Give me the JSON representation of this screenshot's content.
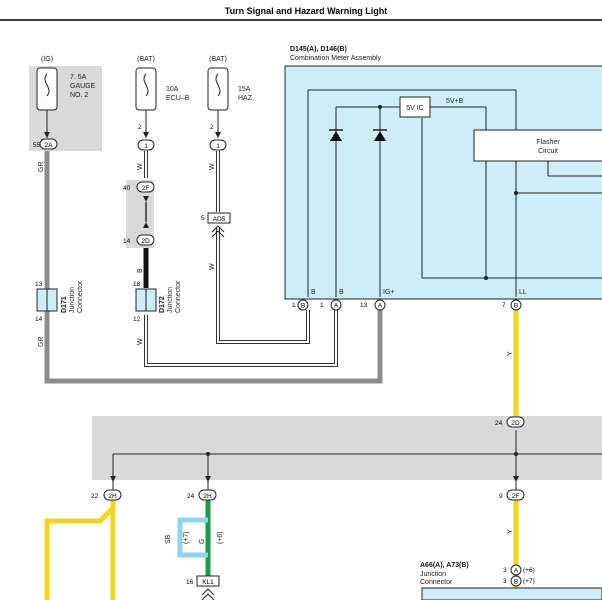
{
  "title": "Turn Signal and Hazard Warning Light",
  "fuses": [
    {
      "supply": "(IG)",
      "rating": "7. 5A",
      "name1": "GAUGE",
      "name2": "NO. 2"
    },
    {
      "supply": "(BAT)",
      "rating": "10A",
      "name1": "ECU–B",
      "name2": ""
    },
    {
      "supply": "(BAT)",
      "rating": "15A",
      "name1": "HAZ",
      "name2": ""
    }
  ],
  "meter": {
    "id": "D145(A), D146(B)",
    "name": "Combination Meter Assembly",
    "ic_label": "5V IC",
    "ic_out": "5V+B",
    "flasher": [
      "Flasher",
      "Circuit"
    ],
    "terminals": [
      {
        "num": "1",
        "conn": "B",
        "name": "B"
      },
      {
        "num": "1",
        "conn": "A",
        "name": "B"
      },
      {
        "num": "13",
        "conn": "A",
        "name": "IG+"
      },
      {
        "num": "7",
        "conn": "B",
        "name": "LL"
      }
    ]
  },
  "connectors": {
    "c_2A": {
      "num": "55",
      "code": "2A"
    },
    "c_1a": {
      "num": "2",
      "code": "1"
    },
    "c_1b": {
      "num": "2",
      "code": "1"
    },
    "c_2F": {
      "num": "40",
      "code": "2F"
    },
    "c_2D": {
      "num": "14",
      "code": "2D"
    },
    "c_AD5": {
      "num": "5",
      "code": "AD5"
    },
    "c_24_2D": {
      "num": "24",
      "code": "2D"
    },
    "c_22_2H": {
      "num": "22",
      "code": "2H"
    },
    "c_24_2H": {
      "num": "24",
      "code": "2H"
    },
    "c_9_2F": {
      "num": "9",
      "code": "2F"
    },
    "c_KL1": {
      "num": "16",
      "code": "KL1"
    },
    "c_3A": {
      "num": "3",
      "code": "A",
      "suffix": "(+6)"
    },
    "c_3B": {
      "num": "3",
      "code": "B",
      "suffix": "(+7)"
    }
  },
  "junctions": [
    {
      "id": "D171",
      "name1": "Junction",
      "name2": "Connector",
      "pin_top": "13",
      "pin_bottom": "14"
    },
    {
      "id": "D172",
      "name1": "Junction",
      "name2": "Connector",
      "pin_top": "18",
      "pin_bottom": "12"
    },
    {
      "id": "A66(A), A73(B)",
      "name1": "Junction",
      "name2": "Connector"
    }
  ],
  "wire_colors": {
    "gr1": "GR",
    "gr2": "GR",
    "w1": "W",
    "w2": "W",
    "w3": "W",
    "w4": "W",
    "b": "B",
    "y1": "Y",
    "y2": "Y",
    "g": "G",
    "sb": "SB",
    "plus6": "(+6)",
    "plus7": "(+7)"
  },
  "colors": {
    "meter_fill": "#cdeef8",
    "panel_gray": "#d9d9d9",
    "wire_gray": "#8c8c8c",
    "wire_yellow": "#f5d51b",
    "wire_green": "#1a9a4a",
    "wire_lightblue": "#8fd3ee",
    "wire_black": "#111111"
  }
}
